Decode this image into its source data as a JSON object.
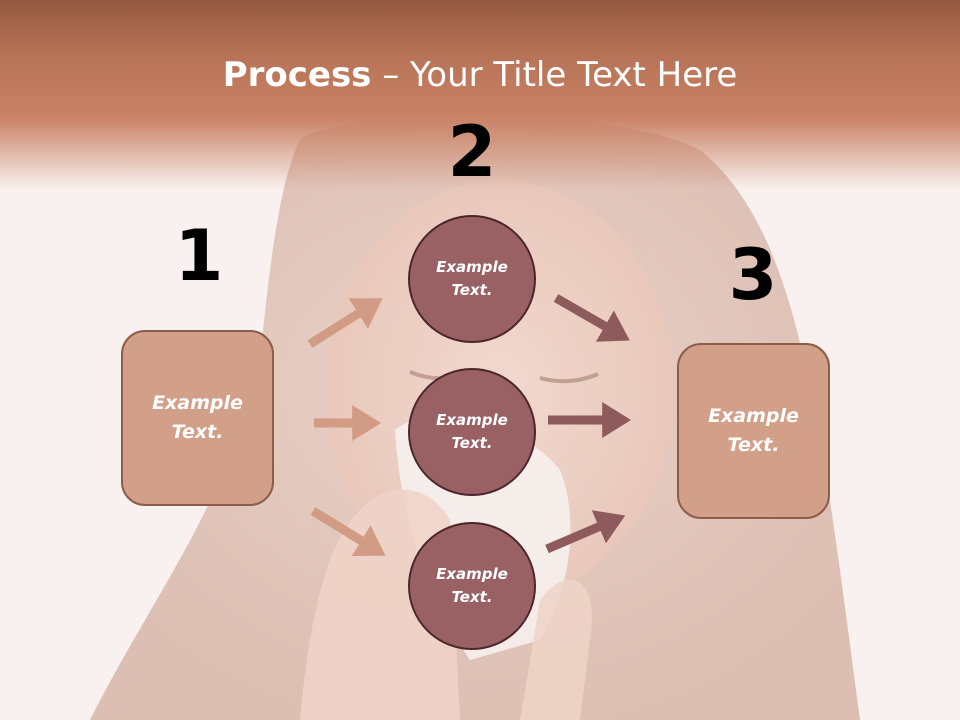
{
  "slide": {
    "title_strong": "Process",
    "title_rest": " – Your Title Text Here"
  },
  "steps": {
    "one": {
      "number": "1",
      "text": "Example Text."
    },
    "two": {
      "number": "2"
    },
    "three": {
      "number": "3",
      "text": "Example Text."
    }
  },
  "middle": {
    "top": "Example Text.",
    "center": "Example Text.",
    "bottom": "Example Text."
  },
  "colors": {
    "header": "#c47c61",
    "box_fill": "#d29f88",
    "circle_fill": "#9a6165",
    "arrow_left": "#d19b84",
    "arrow_right": "#8e5b5c"
  }
}
